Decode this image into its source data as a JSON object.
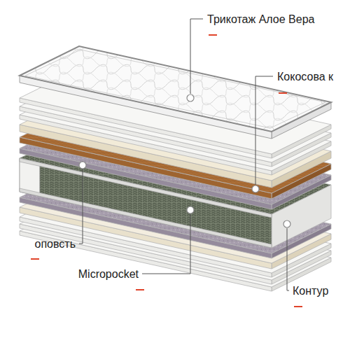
{
  "diagram": {
    "labels": [
      "Трикотаж Алое Вера",
      "Кокосова к",
      "оповсть",
      "Micropocket",
      "Контур"
    ]
  }
}
